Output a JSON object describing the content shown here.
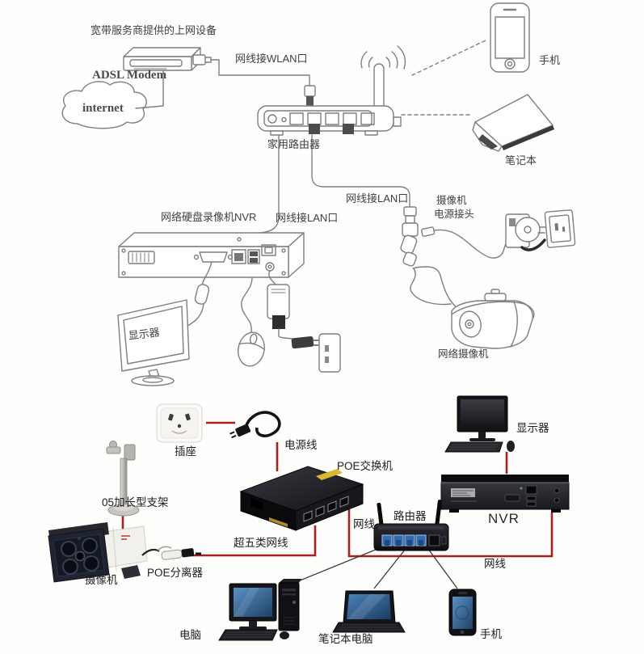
{
  "colors": {
    "red_connection_line": "#a6201f",
    "line_art_stroke": "#7e7e7e",
    "poe_label_yellow": "#d9b832",
    "router_port_blue": "#2f6cb3",
    "screen_blue": "#3f76ac"
  },
  "top_diagram": {
    "isp_device_label": "宽带服务商提供的上网设备",
    "adsl_modem_label": "ADSL Modem",
    "internet_label": "internet",
    "wlan_cable_label": "网线接WLAN口",
    "home_router_label": "家用路由器",
    "phone_label": "手机",
    "laptop_label": "笔记本",
    "nvr_label": "网络硬盘录像机NVR",
    "lan_cable_label_nvr": "网线接LAN口",
    "lan_cable_label_camera": "网线接LAN口",
    "camera_power_label_line1": "摄像机",
    "camera_power_label_line2": "电源接头",
    "monitor_label": "显示器",
    "ip_camera_label": "网络摄像机"
  },
  "bottom_diagram": {
    "socket_label": "插座",
    "power_cord_label": "电源线",
    "poe_switch_label": "POE交换机",
    "monitor_label": "显示器",
    "nvr_label": "NVR",
    "bracket_label": "05加长型支架",
    "cat5_cable_label": "超五类网线",
    "cable_label_left": "网线",
    "router_label": "路由器",
    "poe_splitter_label": "POE分离器",
    "camera_label": "摄像机",
    "cable_label_right": "网线",
    "pc_label": "电脑",
    "laptop_label": "笔记本电脑",
    "phone_label": "手机"
  }
}
